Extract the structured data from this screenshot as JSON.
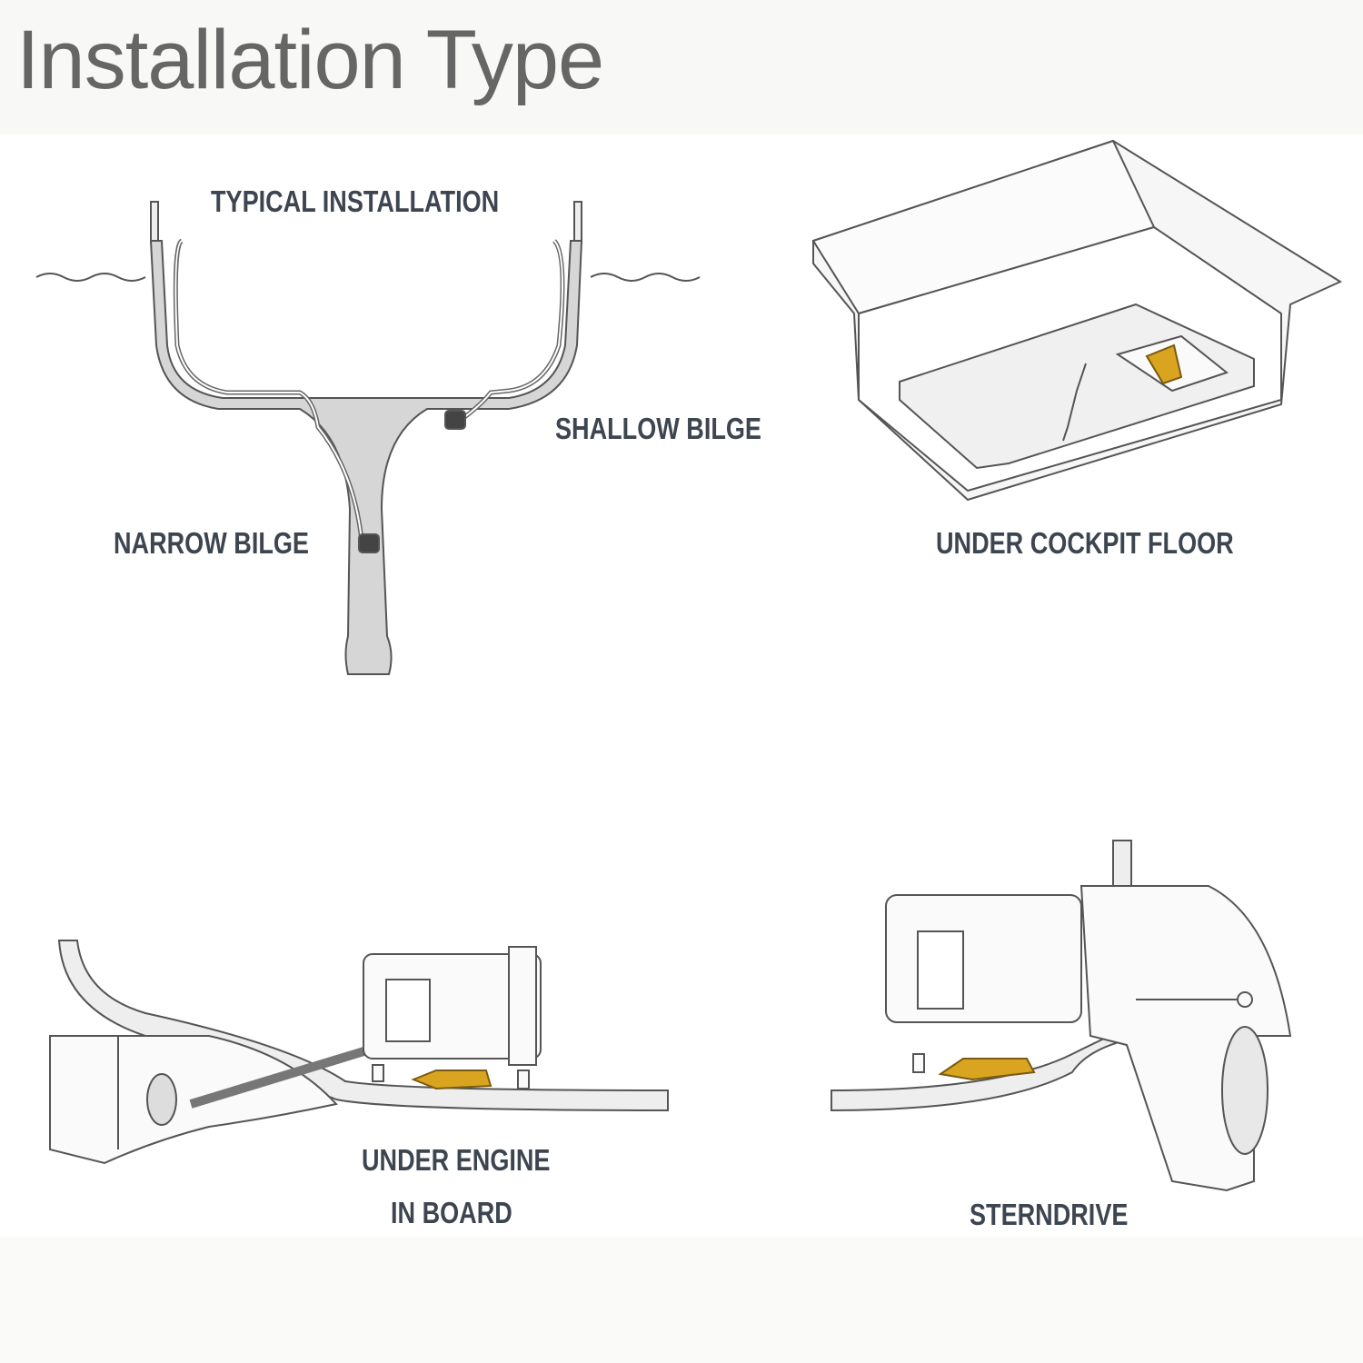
{
  "title": "Installation Type",
  "labels": {
    "typical": "TYPICAL INSTALLATION",
    "shallow": "SHALLOW BILGE",
    "narrow": "NARROW BILGE",
    "cockpit": "UNDER COCKPIT FLOOR",
    "engine": "UNDER ENGINE",
    "inboard": "IN BOARD",
    "sterndrive": "STERNDRIVE"
  },
  "colors": {
    "title": "#666666",
    "label": "#3d4550",
    "line": "#555555",
    "sensor": "#d9a520",
    "hull": "#d4d4d4"
  }
}
